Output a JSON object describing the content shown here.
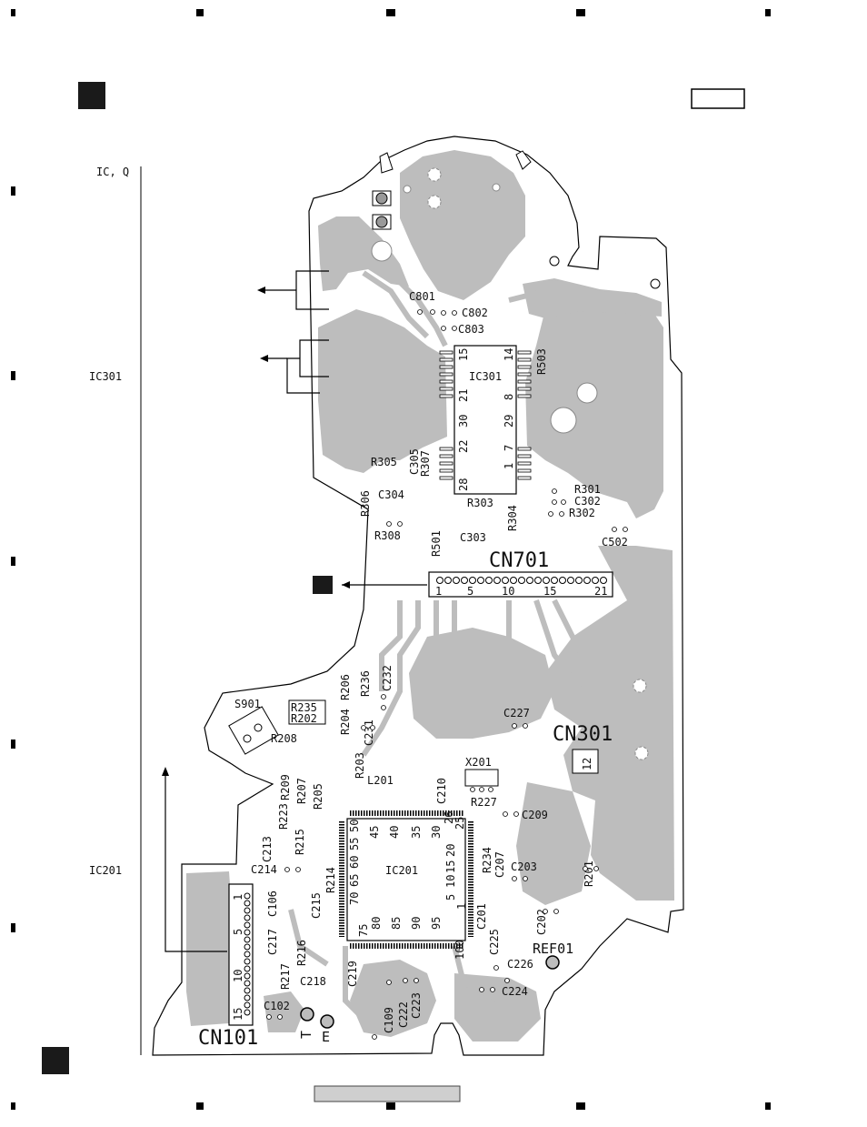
{
  "side_labels": [
    "IC, Q",
    "IC301",
    "IC201"
  ],
  "connectors": [
    {
      "name": "CN701",
      "pins": [
        "1",
        "5",
        "10",
        "15",
        "21"
      ]
    },
    {
      "name": "CN301",
      "pins": [
        "1",
        "2"
      ]
    },
    {
      "name": "CN101",
      "pins": [
        "1",
        "5",
        "10",
        "15"
      ]
    }
  ],
  "ics": [
    {
      "name": "IC301",
      "pins": [
        "15",
        "14",
        "21",
        "8",
        "30",
        "29",
        "22",
        "7",
        "28",
        "1"
      ]
    },
    {
      "name": "IC201",
      "pins": [
        "1",
        "5",
        "10",
        "15",
        "20",
        "25",
        "26",
        "30",
        "35",
        "40",
        "45",
        "50",
        "55",
        "60",
        "65",
        "70",
        "75",
        "80",
        "85",
        "90",
        "95",
        "100"
      ]
    }
  ],
  "components": [
    "C801",
    "C802",
    "C803",
    "R503",
    "R305",
    "C305",
    "R307",
    "C304",
    "R306",
    "R308",
    "R501",
    "R303",
    "C303",
    "R304",
    "R301",
    "C302",
    "R302",
    "C502",
    "S901",
    "R235",
    "R202",
    "R208",
    "R206",
    "R204",
    "R236",
    "C232",
    "C231",
    "R203",
    "C227",
    "X201",
    "L201",
    "R209",
    "R223",
    "R207",
    "R205",
    "C210",
    "R227",
    "C209",
    "C213",
    "R215",
    "R214",
    "C214",
    "R234",
    "C207",
    "C203",
    "R201",
    "C106",
    "C217",
    "R216",
    "C215",
    "C201",
    "C202",
    "C225",
    "C226",
    "C224",
    "R217",
    "C218",
    "C219",
    "C102",
    "C109",
    "C222",
    "C223"
  ],
  "test_points": [
    "REF01",
    "E",
    "T"
  ]
}
